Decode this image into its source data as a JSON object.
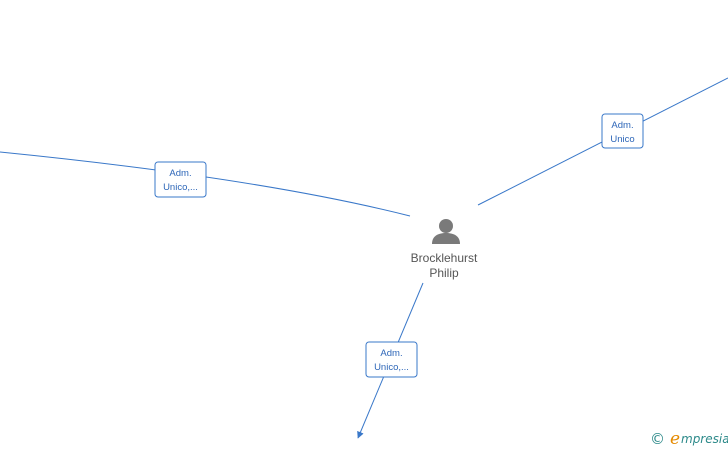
{
  "center_node": {
    "name_line1": "Brocklehurst",
    "name_line2": "Philip",
    "icon": "person-icon"
  },
  "edges": [
    {
      "id": "left",
      "label_line1": "Adm.",
      "label_line2": "Unico,..."
    },
    {
      "id": "right",
      "label_line1": "Adm.",
      "label_line2": "Unico"
    },
    {
      "id": "down",
      "label_line1": "Adm.",
      "label_line2": "Unico,..."
    }
  ],
  "colors": {
    "edge": "#3a78c9",
    "label_text": "#2d66b8",
    "node_icon": "#7a7a7a",
    "node_text": "#555555",
    "brand_teal": "#2d8a8a",
    "brand_orange": "#e58a00"
  },
  "watermark": {
    "copyright": "©",
    "brand_initial": "e",
    "brand_rest": "mpresia"
  }
}
